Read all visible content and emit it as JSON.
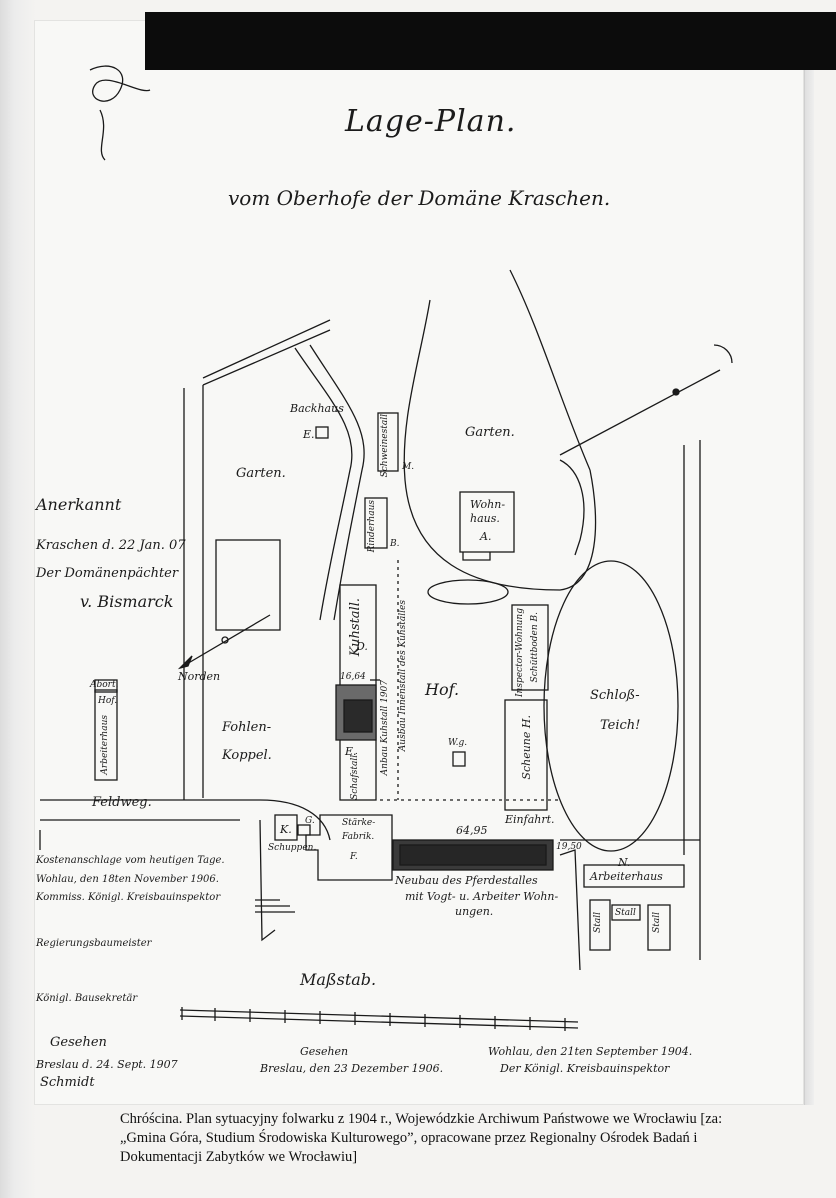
{
  "document": {
    "title": "Lage-Plan.",
    "subtitle": "vom Oberhofe der Domäne Kraschen.",
    "labels": {
      "garten_left": "Garten.",
      "garten_right": "Garten.",
      "backhaus": "Backhaus",
      "backhaus_letter": "E.",
      "schweinestall": "Schweinestall",
      "schweinestall_letter": "M.",
      "rinderhaus": "Rinderhaus",
      "rinderhaus_letter": "B.",
      "wohnhaus_1": "Wohn-",
      "wohnhaus_2": "haus.",
      "wohnhaus_letter": "A.",
      "kuhstall": "Kuhstall.",
      "kuhstall_letter": "D.",
      "dim_1664": "16,64",
      "hof": "Hof.",
      "wg": "W.g.",
      "scheune": "Scheune H.",
      "inspektor": "Inspector-Wohnung",
      "schuettboden": "Schüttboden B.",
      "schloss_teich_1": "Schloß-",
      "schloss_teich_2": "Teich!",
      "fohlen_1": "Fohlen-",
      "fohlen_2": "Koppel.",
      "norden": "Norden",
      "feldweg": "Feldweg.",
      "schafstall": "Schafstall.",
      "schafstall_letter": "E.",
      "neubau_note": "Anbau Kuhstall 1907",
      "inneres_note": "Ausbau Innenstall des Kuhstalles",
      "k_letter": "K.",
      "schuppen": "Schuppen.",
      "starke_1": "Stärke-",
      "starke_2": "Fabrik.",
      "starke_letter": "F.",
      "g_letter": "G.",
      "dim_6495": "64,95",
      "einfahrt": "Einfahrt.",
      "dim_1950": "19,50",
      "neubau_1": "Neubau des Pferdestalles",
      "neubau_2": "mit Vogt- u. Arbeiter Wohn-",
      "neubau_3": "ungen.",
      "n_letter": "N.",
      "arbeiterhaus": "Arbeiterhaus",
      "stall_1": "Stall",
      "stall_2": "Stall",
      "stall_3": "Stall",
      "left_abort": "Abort.",
      "left_hof": "Hof.",
      "left_arbeiterhaus": "Arbeiterhaus",
      "massstab": "Maßstab."
    },
    "margin_notes": {
      "anerkannt": "Anerkannt",
      "anerkannt_2": "Kraschen d. 22 Jan. 07",
      "anerkannt_3": "Der Domänenpächter",
      "anerkannt_4": "v. Bismarck",
      "kosten_1": "Kostenanschlage vom heutigen Tage.",
      "kosten_2": "Wohlau, den 18ten November 1906.",
      "kosten_3": "Kommiss. Königl. Kreisbauinspektor",
      "regierungsbaumeister": "Regierungsbaumeister",
      "bausekretaer": "Königl. Bausekretär",
      "gesehen_1": "Gesehen",
      "gesehen_2": "Breslau d. 24. Sept. 1907",
      "gesehen_3": "Schmidt",
      "gesehen_b1": "Gesehen",
      "gesehen_b2": "Breslau, den 23 Dezember 1906.",
      "wohlau_1": "Wohlau, den 21ten September 1904.",
      "wohlau_2": "Der Königl. Kreisbauinspektor"
    }
  },
  "caption": "Chróścina. Plan sytuacyjny folwarku z 1904 r., Wojewódzkie Archiwum Państwowe we Wrocławiu [za: „Gmina Góra, Studium Środowiska Kulturowego”, opracowane przez Regionalny Ośrodek Badań i Dokumentacji Zabytków we Wrocławiu]",
  "colors": {
    "ink": "#1a1a1a",
    "paper": "#f8f8f6",
    "band": "#0c0c0c"
  }
}
